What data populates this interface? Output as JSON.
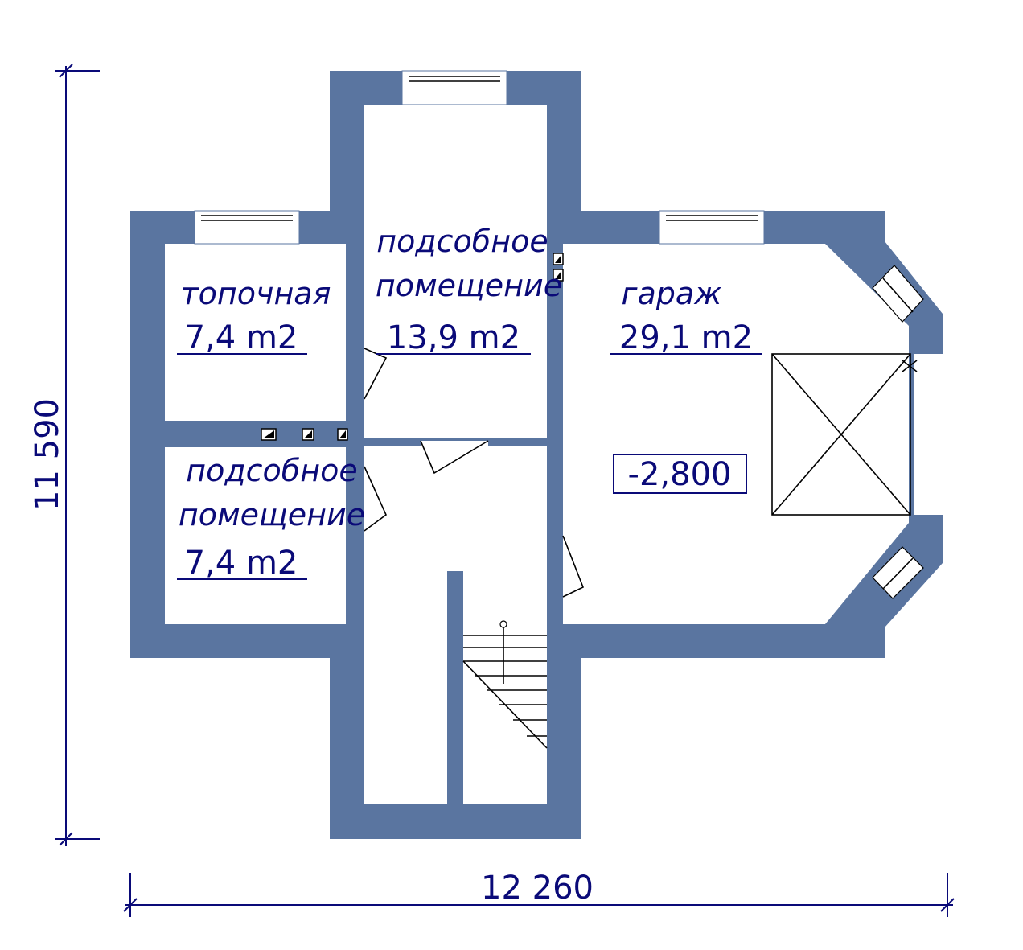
{
  "dimensions": {
    "width_label": "12 260",
    "height_label": "11 590"
  },
  "rooms": [
    {
      "name": "топочная",
      "area": "7,4 m2"
    },
    {
      "name_line1": "подсобное",
      "name_line2": "помещение",
      "area": "13,9 m2"
    },
    {
      "name": "гараж",
      "area": "29,1 m2"
    },
    {
      "name_line1": "подсобное",
      "name_line2": "помещение",
      "area": "7,4 m2"
    }
  ],
  "level_mark": "-2,800",
  "colors": {
    "wall": "#5a75a0",
    "text": "#0a0a78",
    "background": "#ffffff"
  }
}
